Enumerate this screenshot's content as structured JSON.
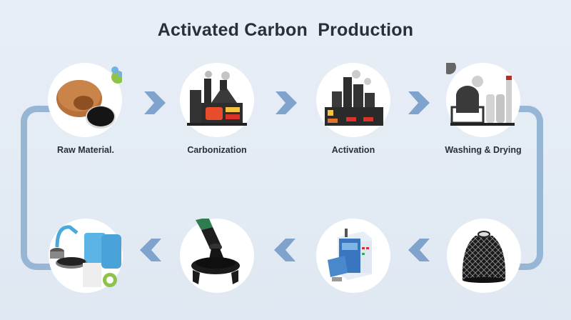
{
  "title": "Activated Carbon  Production",
  "colors": {
    "background": "#e5ecf5",
    "accent_arrow": "#7fa3cc",
    "connector": "#97b6d6",
    "text": "#2a2f3a"
  },
  "steps": [
    {
      "label": "Raw Material.",
      "icon": "coconut-shell-icon"
    },
    {
      "label": "Carbonization",
      "icon": "carbonization-furnace-icon"
    },
    {
      "label": "Activation",
      "icon": "activation-factory-icon"
    },
    {
      "label": "Washing & Drying",
      "icon": "washing-drying-plant-icon"
    },
    {
      "label": "",
      "icon": "activated-carbon-dome-icon"
    },
    {
      "label": "",
      "icon": "crushing-machine-icon"
    },
    {
      "label": "",
      "icon": "granules-pouring-icon"
    },
    {
      "label": "",
      "icon": "water-treatment-plant-icon"
    }
  ],
  "arrows": {
    "top_row": "chevron-right",
    "bottom_row": "chevron-left"
  }
}
